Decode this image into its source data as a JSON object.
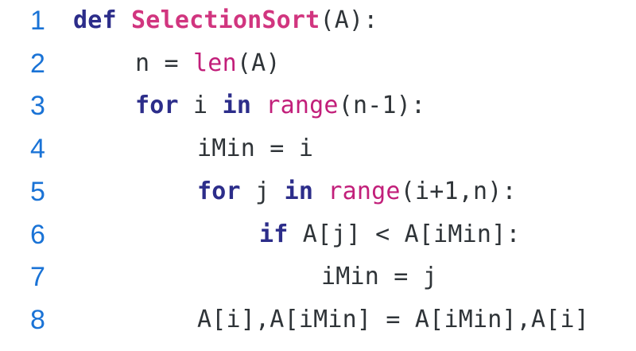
{
  "code": {
    "lines": [
      {
        "number": "1",
        "indent": 0,
        "tokens": [
          {
            "text": "def ",
            "kind": "kw"
          },
          {
            "text": "SelectionSort",
            "kind": "fn"
          },
          {
            "text": "(A):",
            "kind": "tx"
          }
        ]
      },
      {
        "number": "2",
        "indent": 1,
        "tokens": [
          {
            "text": "n = ",
            "kind": "tx"
          },
          {
            "text": "len",
            "kind": "bi"
          },
          {
            "text": "(A)",
            "kind": "tx"
          }
        ]
      },
      {
        "number": "3",
        "indent": 1,
        "tokens": [
          {
            "text": "for",
            "kind": "kw"
          },
          {
            "text": " i ",
            "kind": "tx"
          },
          {
            "text": "in",
            "kind": "kw"
          },
          {
            "text": " ",
            "kind": "tx"
          },
          {
            "text": "range",
            "kind": "bi"
          },
          {
            "text": "(n-1):",
            "kind": "tx"
          }
        ]
      },
      {
        "number": "4",
        "indent": 2,
        "tokens": [
          {
            "text": "iMin = i",
            "kind": "tx"
          }
        ]
      },
      {
        "number": "5",
        "indent": 2,
        "tokens": [
          {
            "text": "for",
            "kind": "kw"
          },
          {
            "text": " j ",
            "kind": "tx"
          },
          {
            "text": "in",
            "kind": "kw"
          },
          {
            "text": " ",
            "kind": "tx"
          },
          {
            "text": "range",
            "kind": "bi"
          },
          {
            "text": "(i+1,n):",
            "kind": "tx"
          }
        ]
      },
      {
        "number": "6",
        "indent": 3,
        "tokens": [
          {
            "text": "if",
            "kind": "kw"
          },
          {
            "text": " A[j] < A[iMin]:",
            "kind": "tx"
          }
        ]
      },
      {
        "number": "7",
        "indent": 4,
        "tokens": [
          {
            "text": "iMin = j",
            "kind": "tx"
          }
        ]
      },
      {
        "number": "8",
        "indent": 2,
        "tokens": [
          {
            "text": "A[i],A[iMin] = A[iMin],A[i]",
            "kind": "tx"
          }
        ]
      }
    ]
  },
  "colors": {
    "line_number": "#1a73d6",
    "keyword": "#2c2d8a",
    "function_name": "#d1357f",
    "builtin": "#c21f7a",
    "text": "#2f3438",
    "background": "#ffffff"
  }
}
